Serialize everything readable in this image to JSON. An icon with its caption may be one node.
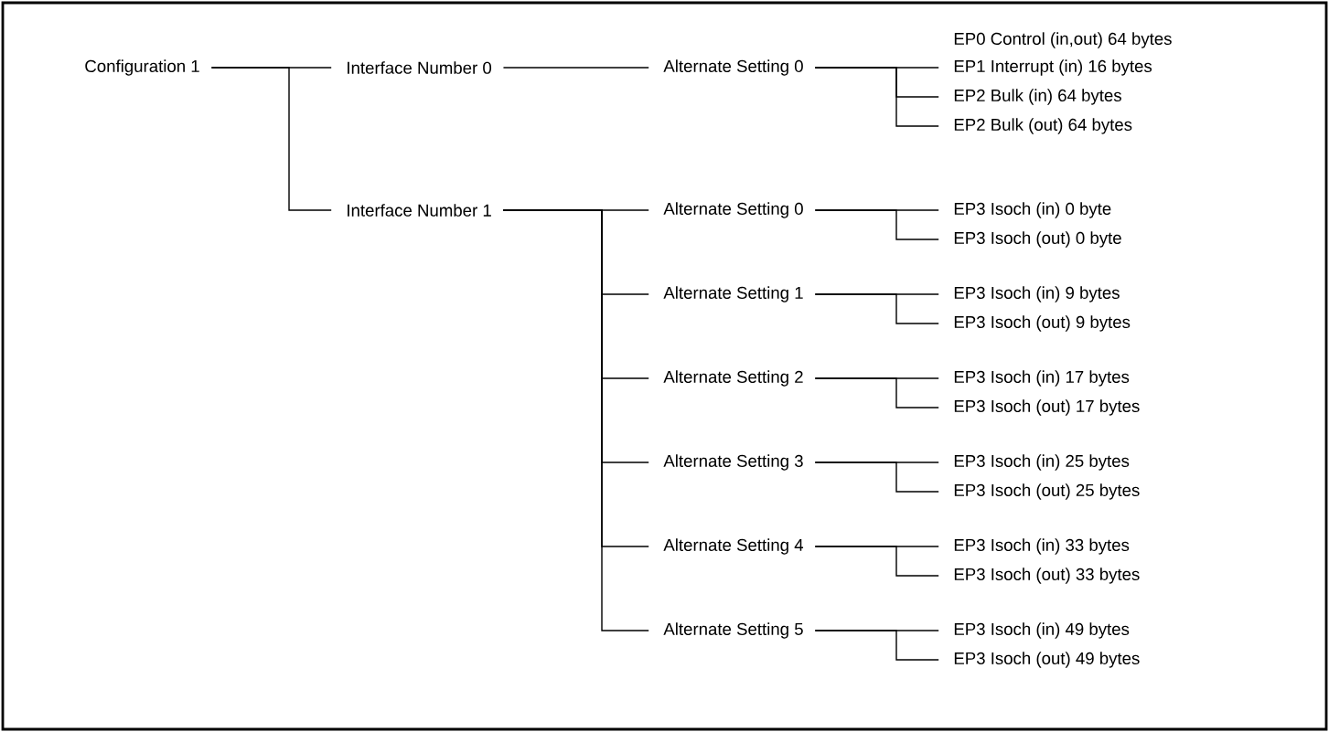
{
  "diagram": {
    "nodes": [
      {
        "text": [
          "Configuration 1"
        ]
      },
      {
        "text": [
          "Interface Number 0"
        ]
      },
      {
        "text": [
          "Alternate Setting 0"
        ]
      },
      {
        "text": [
          "EP0 Control (in,out) 64 bytes"
        ]
      },
      {
        "text": [
          "EP1 Interrupt (in) 16 bytes"
        ]
      },
      {
        "text": [
          "EP2 Bulk (in) 64 bytes"
        ]
      },
      {
        "text": [
          "EP2 Bulk (out) 64 bytes"
        ]
      },
      {
        "text": [
          "Interface Number 1"
        ]
      },
      {
        "text": [
          "Alternate Setting 0"
        ]
      },
      {
        "text": [
          "EP3 Isoch (in) 0 byte"
        ]
      },
      {
        "text": [
          "EP3 Isoch (out) 0 byte"
        ]
      },
      {
        "text": [
          "Alternate Setting 1"
        ]
      },
      {
        "text": [
          "EP3 Isoch (in) 9 bytes"
        ]
      },
      {
        "text": [
          "EP3 Isoch (out) 9 bytes"
        ]
      },
      {
        "text": [
          "Alternate Setting 2"
        ]
      },
      {
        "text": [
          "EP3 Isoch (in) 17 bytes"
        ]
      },
      {
        "text": [
          "EP3 Isoch (out) 17 bytes"
        ]
      },
      {
        "text": [
          "Alternate Setting 3"
        ]
      },
      {
        "text": [
          "EP3 Isoch (in) 25 bytes"
        ]
      },
      {
        "text": [
          "EP3 Isoch (out) 25 bytes"
        ]
      },
      {
        "text": [
          "Alternate Setting 4"
        ]
      },
      {
        "text": [
          "EP3 Isoch (in) 33 bytes"
        ]
      },
      {
        "text": [
          "EP3 Isoch (out) 33 bytes"
        ]
      },
      {
        "text": [
          "Alternate Setting 5"
        ]
      },
      {
        "text": [
          "EP3 Isoch (in) 49 bytes"
        ]
      },
      {
        "text": [
          "EP3 Isoch (out) 49 bytes"
        ]
      }
    ],
    "edges": [
      {
        "from": 0,
        "to": 1,
        "arrow": "none"
      },
      {
        "from": 0,
        "to": 7,
        "arrow": "none"
      },
      {
        "from": 1,
        "to": 2,
        "arrow": "none"
      },
      {
        "from": 2,
        "to": 4,
        "arrow": "none"
      },
      {
        "from": 2,
        "to": 5,
        "arrow": "none"
      },
      {
        "from": 2,
        "to": 6,
        "arrow": "none"
      },
      {
        "from": 7,
        "to": 8,
        "arrow": "none"
      },
      {
        "from": 7,
        "to": 11,
        "arrow": "none"
      },
      {
        "from": 7,
        "to": 14,
        "arrow": "none"
      },
      {
        "from": 7,
        "to": 17,
        "arrow": "none"
      },
      {
        "from": 7,
        "to": 20,
        "arrow": "none"
      },
      {
        "from": 7,
        "to": 23,
        "arrow": "none"
      },
      {
        "from": 8,
        "to": 9,
        "arrow": "none"
      },
      {
        "from": 8,
        "to": 10,
        "arrow": "none"
      },
      {
        "from": 11,
        "to": 12,
        "arrow": "none"
      },
      {
        "from": 11,
        "to": 13,
        "arrow": "none"
      },
      {
        "from": 14,
        "to": 15,
        "arrow": "none"
      },
      {
        "from": 14,
        "to": 16,
        "arrow": "none"
      },
      {
        "from": 17,
        "to": 18,
        "arrow": "none"
      },
      {
        "from": 17,
        "to": 19,
        "arrow": "none"
      },
      {
        "from": 20,
        "to": 21,
        "arrow": "none"
      },
      {
        "from": 20,
        "to": 22,
        "arrow": "none"
      },
      {
        "from": 23,
        "to": 24,
        "arrow": "none"
      },
      {
        "from": 23,
        "to": 25,
        "arrow": "none"
      }
    ]
  }
}
